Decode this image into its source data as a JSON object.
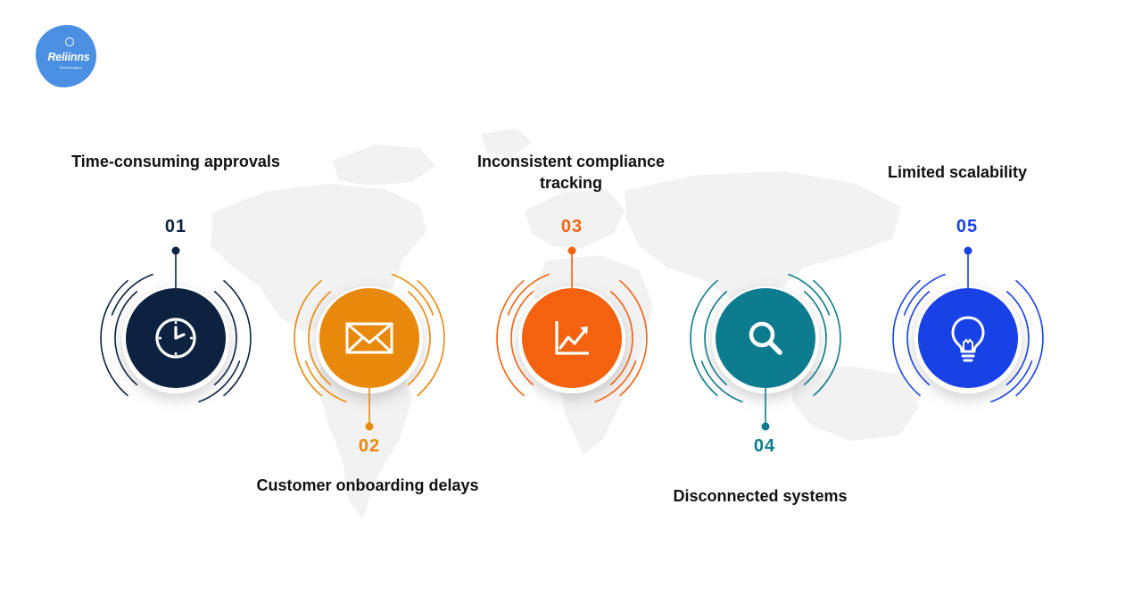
{
  "brand": {
    "logo_text": "Reliinns",
    "logo_subtext": "Technologies"
  },
  "steps": [
    {
      "number": "01",
      "label": "Time-consuming approvals",
      "icon": "clock-icon",
      "color": "#0c2240"
    },
    {
      "number": "02",
      "label": "Customer onboarding delays",
      "icon": "envelope-icon",
      "color": "#e8890b"
    },
    {
      "number": "03",
      "label": "Inconsistent compliance tracking",
      "icon": "trend-chart-icon",
      "color": "#f4620f"
    },
    {
      "number": "04",
      "label": "Disconnected systems",
      "icon": "magnifier-icon",
      "color": "#0d7c8e"
    },
    {
      "number": "05",
      "label": "Limited scalability",
      "icon": "lightbulb-icon",
      "color": "#1842e6"
    }
  ]
}
